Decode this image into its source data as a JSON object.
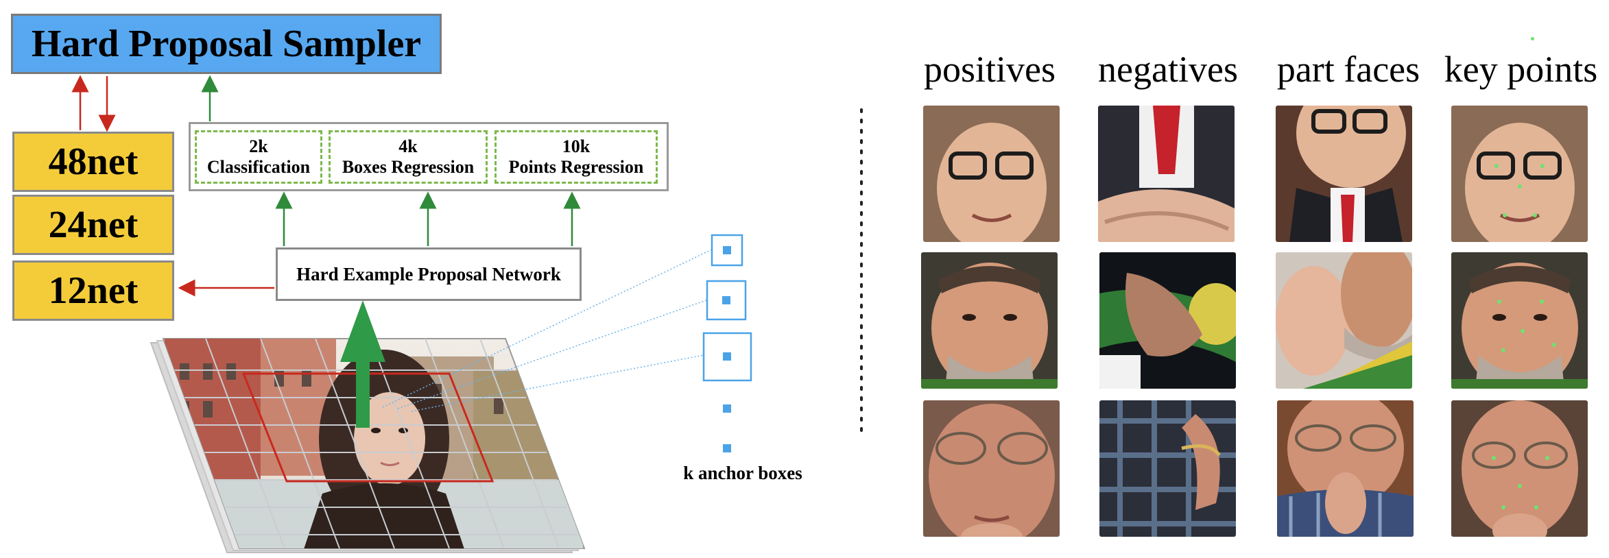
{
  "diagram": {
    "sampler_label": "Hard Proposal Sampler",
    "nets": [
      "48net",
      "24net",
      "12net"
    ],
    "tasks": [
      {
        "count": "2k",
        "name": "Classification"
      },
      {
        "count": "4k",
        "name": "Boxes Regression"
      },
      {
        "count": "10k",
        "name": "Points Regression"
      }
    ],
    "proposal_network_label": "Hard Example Proposal Network",
    "anchor_label": "k anchor boxes"
  },
  "samples": {
    "columns": [
      "positives",
      "negatives",
      "part faces",
      "key points"
    ]
  },
  "colors": {
    "sampler_blue": "#57a8f0",
    "net_yellow": "#f4cc3a",
    "arrow_red": "#c8291e",
    "arrow_green": "#2f8a3a",
    "dashed_green": "#7cb94b",
    "anchor_blue": "#4aa3e8",
    "keypoint_green": "#6fe26f"
  }
}
